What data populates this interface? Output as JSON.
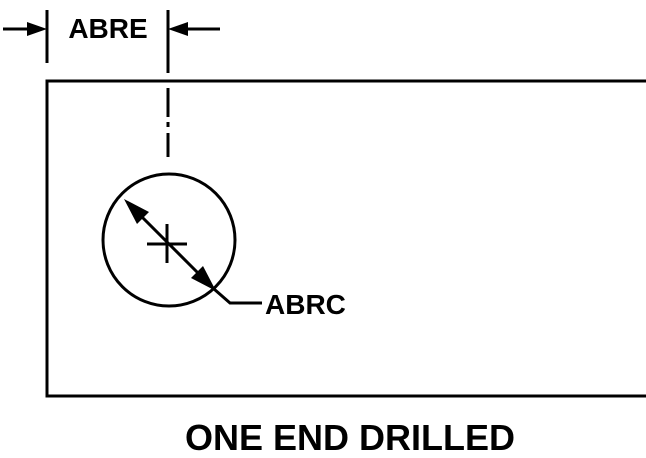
{
  "labels": {
    "dimension_top": "ABRE",
    "hole_diameter": "ABRC",
    "caption": "ONE END DRILLED"
  },
  "colors": {
    "line": "#000000",
    "background": "#ffffff"
  }
}
